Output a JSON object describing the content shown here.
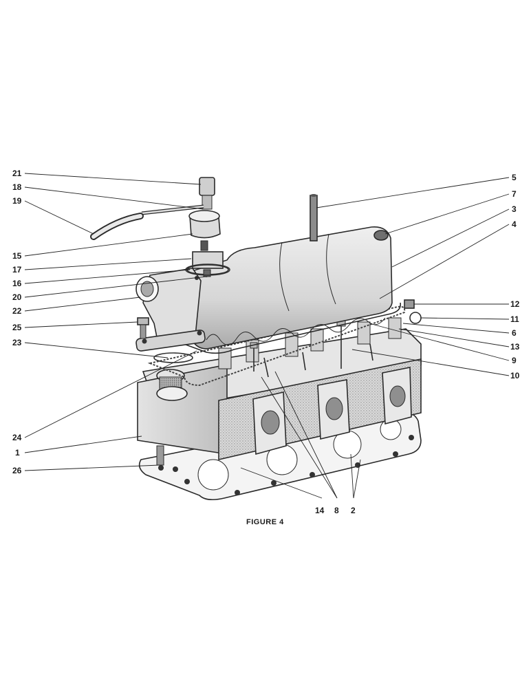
{
  "figure": {
    "caption": "FIGURE 4",
    "callouts": {
      "c1": "1",
      "c2": "2",
      "c3": "3",
      "c4": "4",
      "c5": "5",
      "c6": "6",
      "c7": "7",
      "c8": "8",
      "c9": "9",
      "c10": "10",
      "c11": "11",
      "c12": "12",
      "c13": "13",
      "c14": "14",
      "c15": "15",
      "c16": "16",
      "c17": "17",
      "c18": "18",
      "c19": "19",
      "c20": "20",
      "c21": "21",
      "c22": "22",
      "c23": "23",
      "c24": "24",
      "c25": "25",
      "c26": "26"
    }
  }
}
